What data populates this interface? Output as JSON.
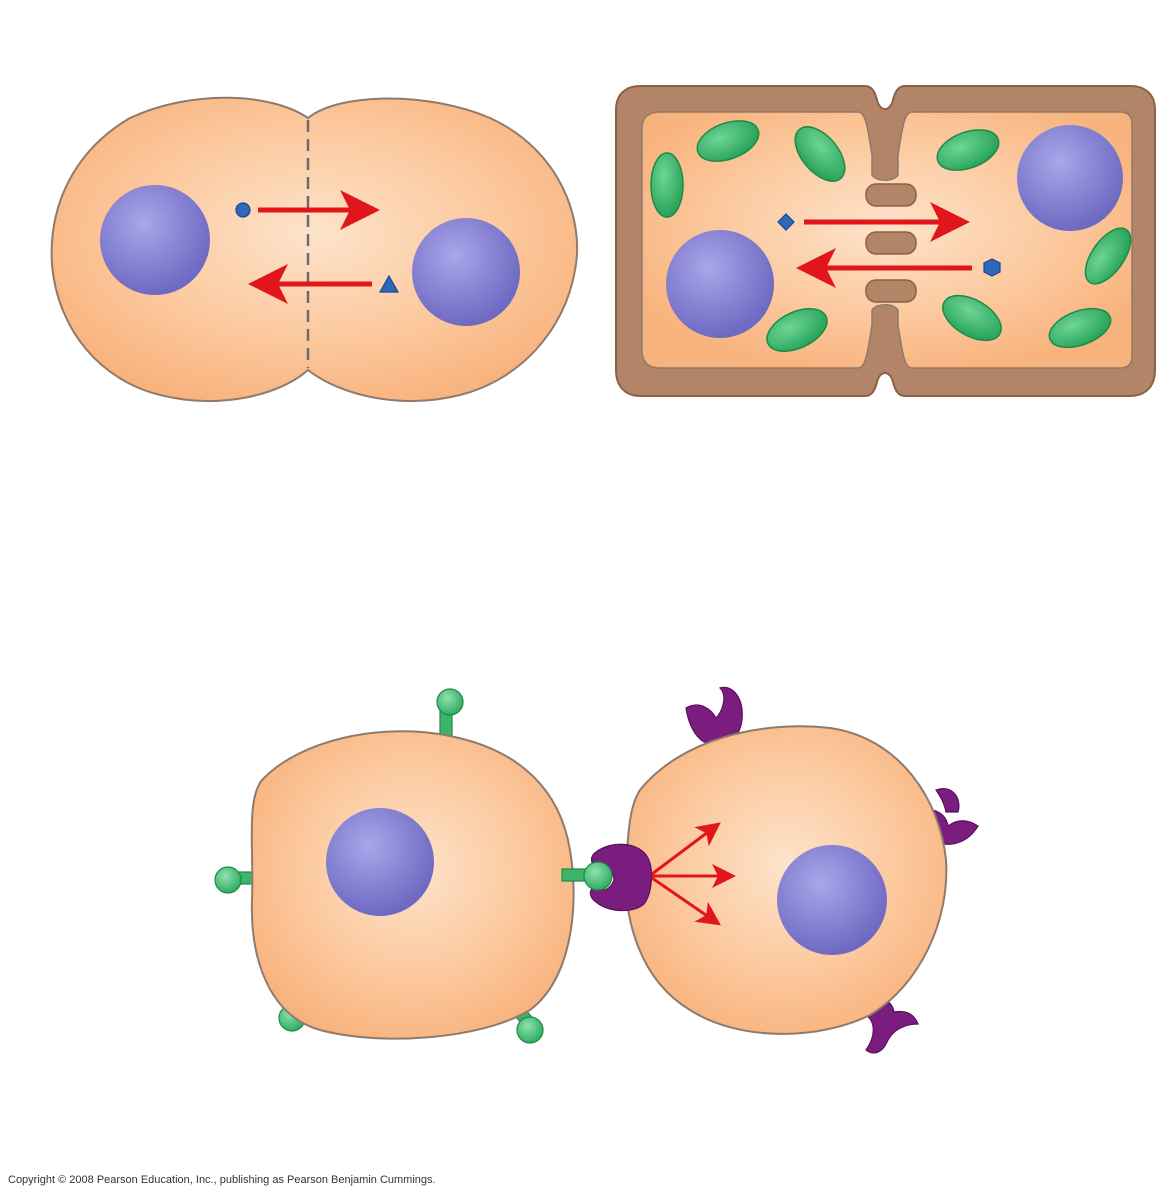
{
  "copyright": "Copyright © 2008 Pearson Education, Inc., publishing as Pearson Benjamin Cummings.",
  "colors": {
    "cytoplasm": "#fbc49a",
    "cytoplasm_edge": "#8f7a6c",
    "nucleus": "#8b86d6",
    "arrow": "#e0161b",
    "molecule": "#2f68b8",
    "cell_wall": "#b28468",
    "chloroplast": "#3cb469",
    "surface_marker": "#3cb469",
    "receptor": "#7a1d7e"
  },
  "figures": [
    {
      "id": "gap-junction",
      "label": ""
    },
    {
      "id": "plasmodesmata",
      "label": ""
    },
    {
      "id": "cell-cell-recognition",
      "label": ""
    }
  ]
}
